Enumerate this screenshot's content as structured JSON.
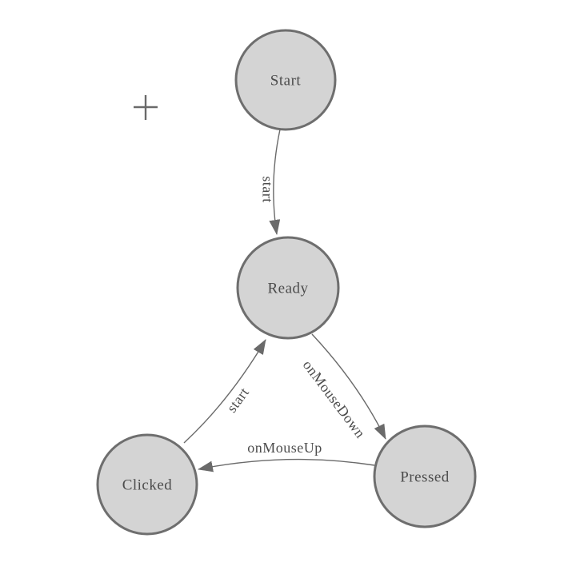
{
  "diagram": {
    "background_color": "#ffffff",
    "node_fill": "#d4d4d4",
    "node_border_color": "#6e6e6e",
    "edge_color": "#6a6a6a",
    "label_color": "#4c4c4c",
    "icons": {
      "crosshair": "plus-crosshair"
    },
    "nodes": [
      {
        "id": "start",
        "shape": "circle",
        "label": "Start"
      },
      {
        "id": "ready",
        "shape": "circle",
        "label": "Ready"
      },
      {
        "id": "clicked",
        "shape": "circle",
        "label": "Clicked"
      },
      {
        "id": "pressed",
        "shape": "circle",
        "label": "Pressed"
      }
    ],
    "edges": [
      {
        "from": "Start",
        "to": "Ready",
        "label": "start"
      },
      {
        "from": "Ready",
        "to": "Pressed",
        "label": "onMouseDown"
      },
      {
        "from": "Pressed",
        "to": "Clicked",
        "label": "onMouseUp"
      },
      {
        "from": "Clicked",
        "to": "Ready",
        "label": "start"
      }
    ]
  }
}
